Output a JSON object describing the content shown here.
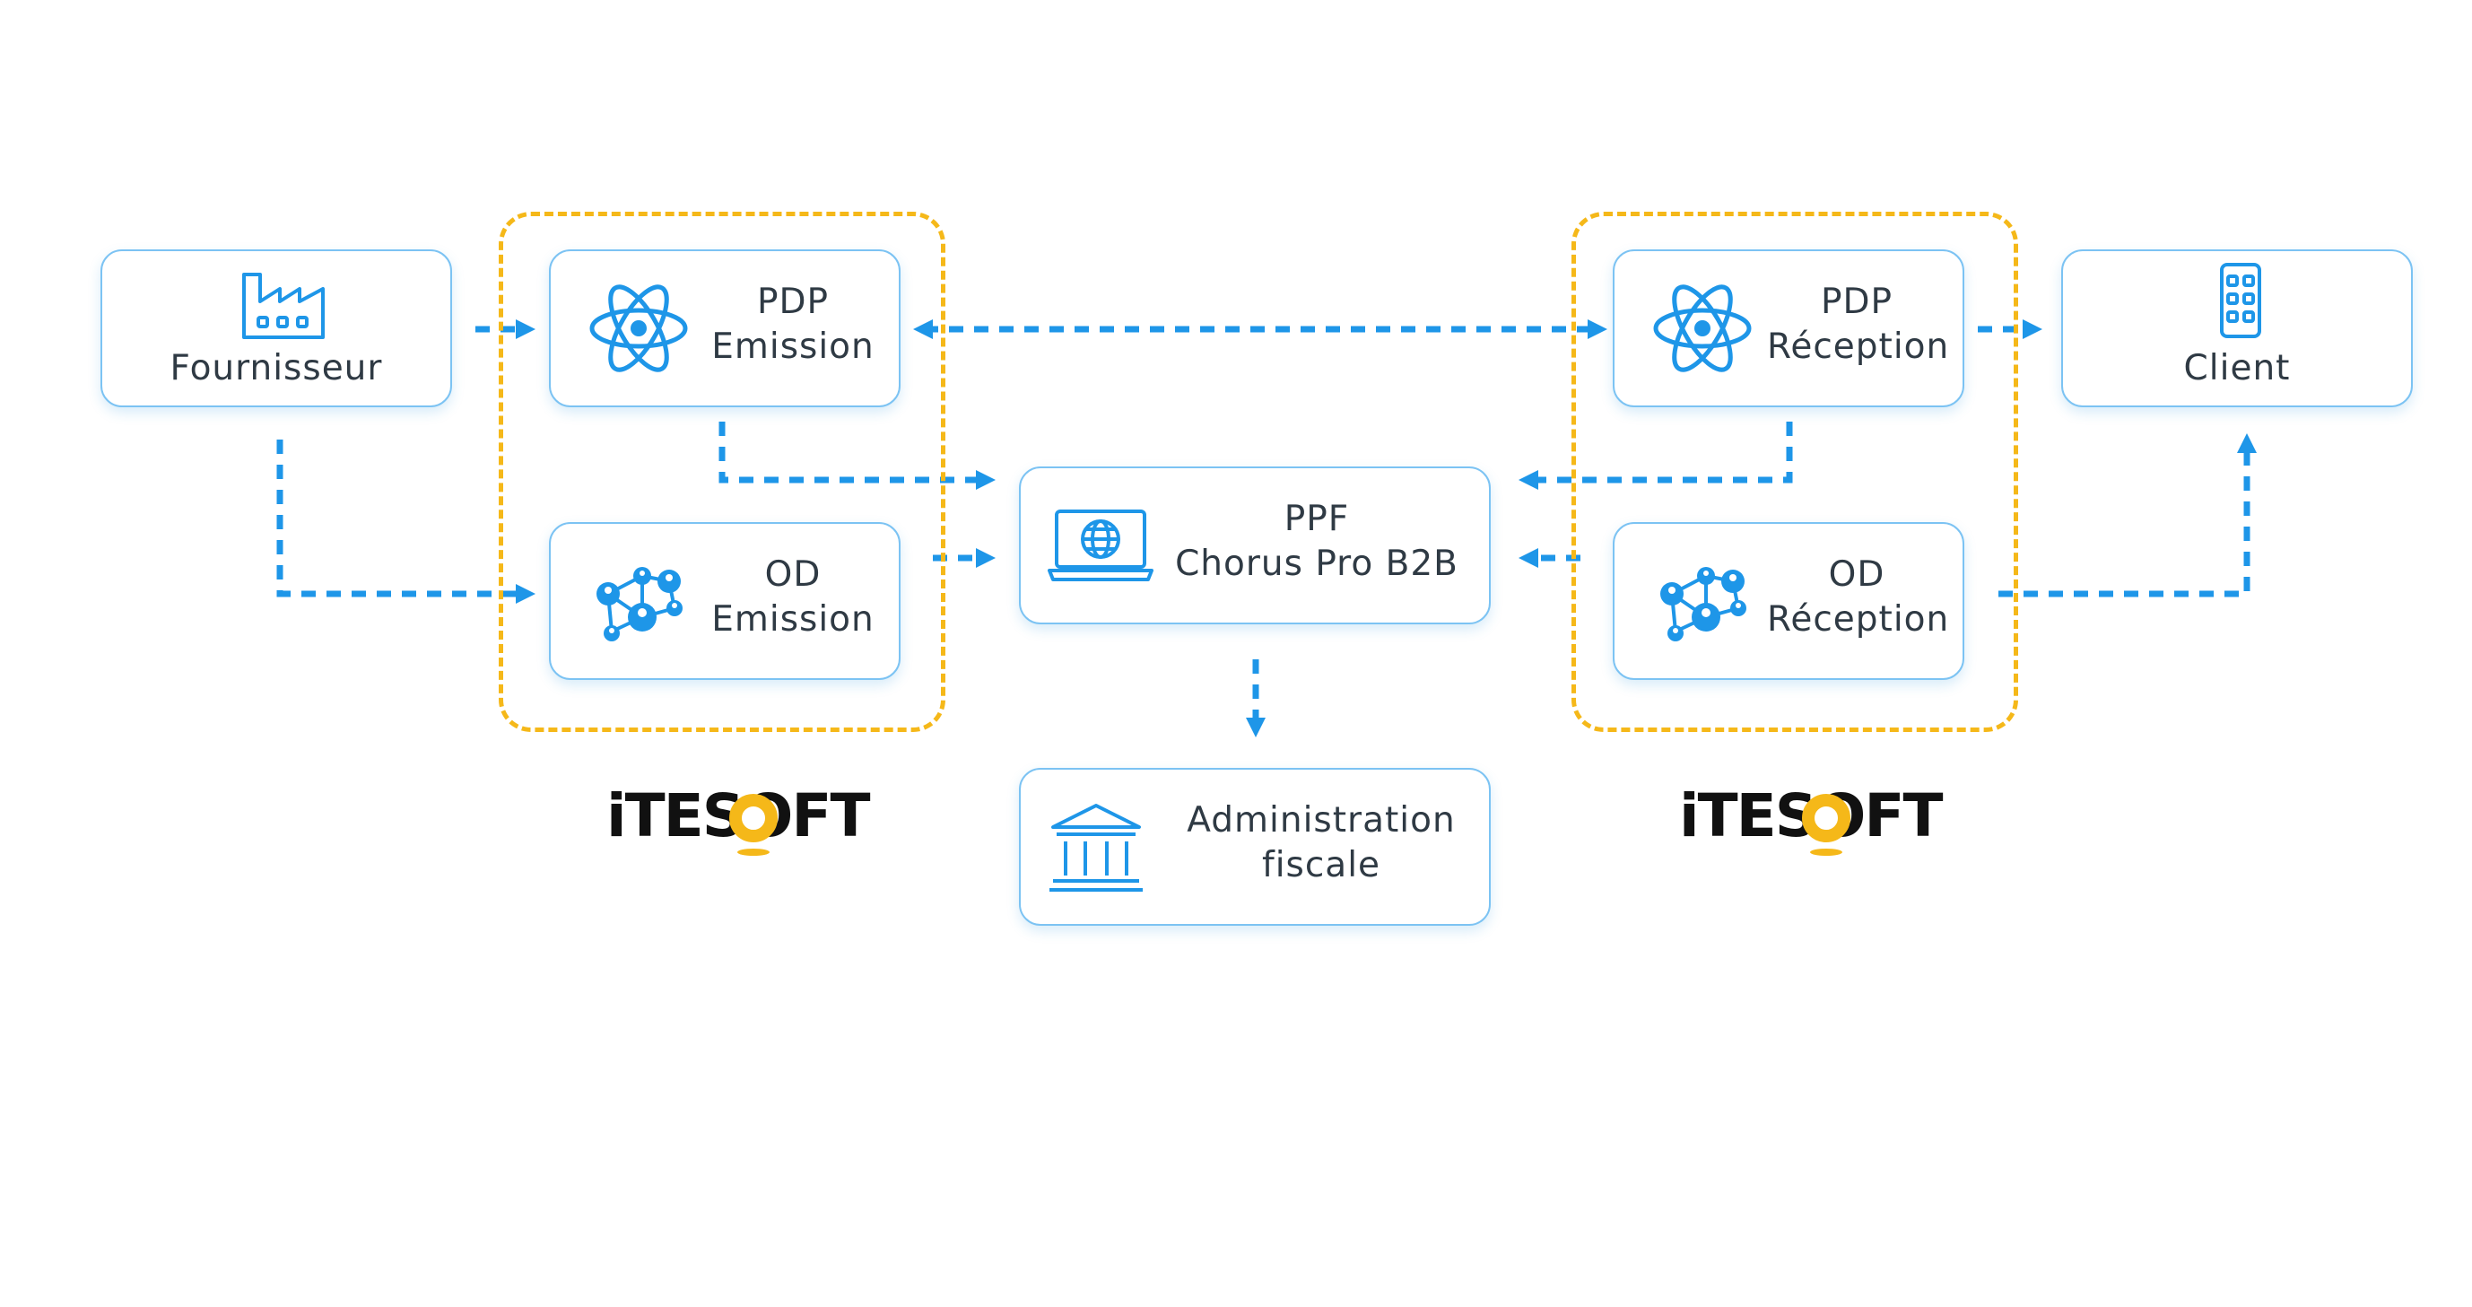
{
  "nodes": {
    "fournisseur": {
      "label": "Fournisseur"
    },
    "pdp_emission": {
      "line1": "PDP",
      "line2": "Emission"
    },
    "od_emission": {
      "line1": "OD",
      "line2": "Emission"
    },
    "ppf": {
      "line1": "PPF",
      "line2": "Chorus Pro B2B"
    },
    "administration": {
      "line1": "Administration",
      "line2": "fiscale"
    },
    "pdp_reception": {
      "line1": "PDP",
      "line2": "Réception"
    },
    "od_reception": {
      "line1": "OD",
      "line2": "Réception"
    },
    "client": {
      "label": "Client"
    }
  },
  "logos": {
    "left": {
      "text": "iTESOFT"
    },
    "right": {
      "text": "iTESOFT"
    }
  },
  "colors": {
    "arrow": "#1e96e8",
    "group_border": "#f5b819",
    "node_border": "#7cc3f3",
    "icon": "#1e96e8"
  },
  "icons": {
    "fournisseur": "factory-icon",
    "pdp": "atom-icon",
    "od": "network-users-icon",
    "ppf": "laptop-globe-icon",
    "administration": "bank-building-icon",
    "client": "phone-grid-icon"
  }
}
